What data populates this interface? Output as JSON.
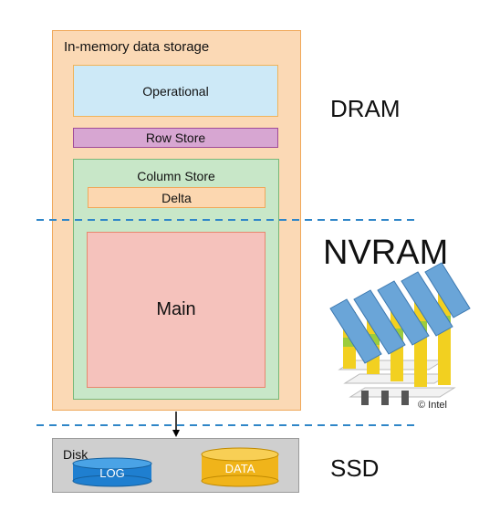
{
  "storage": {
    "title": "In-memory data storage",
    "operational": "Operational",
    "row_store": "Row Store",
    "column_store": "Column Store",
    "delta": "Delta",
    "main": "Main"
  },
  "tiers": {
    "dram": "DRAM",
    "nvram": "NVRAM",
    "ssd": "SSD"
  },
  "disk": {
    "title": "Disk",
    "log": "LOG",
    "data": "DATA"
  },
  "credit": "© Intel",
  "colors": {
    "in_memory_fill": "#fbd9b5",
    "operational_fill": "#cde9f7",
    "row_store_fill": "#d7a6d2",
    "column_store_fill": "#c8e7c8",
    "main_fill": "#f5c2bc",
    "disk_fill": "#cfcfcf",
    "log_cylinder": "#1f7fd0",
    "data_cylinder": "#f0b41a",
    "divider": "#2f86c8"
  }
}
